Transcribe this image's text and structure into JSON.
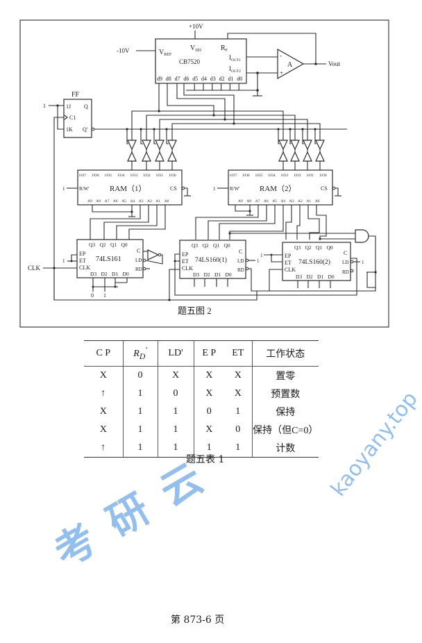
{
  "figure": {
    "caption": "题五图 2",
    "dac": {
      "name": "CB7520",
      "vref": "V",
      "vref_sub": "REF",
      "vdd": "V",
      "vdd_sub": "DD",
      "rf": "R",
      "rf_sub": "F",
      "iout1": "I",
      "iout1_sub": "OUT1",
      "iout2": "I",
      "iout2_sub": "OUT2",
      "pins": [
        "d9",
        "d8",
        "d7",
        "d6",
        "d5",
        "d4",
        "d3",
        "d2",
        "d1",
        "d0"
      ],
      "supply_pos": "+10V",
      "supply_neg": "-10V"
    },
    "opamp": {
      "label": "A",
      "minus": "-",
      "plus": "+",
      "output": "Vout"
    },
    "ff": {
      "title": "FF",
      "j": "1J",
      "c": "C1",
      "k": "1K",
      "q": "Q",
      "qn": "Q'",
      "j_input": "1"
    },
    "ram1": {
      "title": "RAM（1）",
      "rw": "R/W'",
      "cs": "CS",
      "rw_input": "1",
      "io": [
        "I/O7",
        "I/O6",
        "I/O5",
        "I/O4",
        "I/O3",
        "I/O2",
        "I/O1",
        "I/O0"
      ],
      "addr": [
        "A9",
        "A8",
        "A7",
        "A6",
        "A5",
        "A4",
        "A3",
        "A2",
        "A1",
        "A0"
      ]
    },
    "ram2": {
      "title": "RAM（2）",
      "rw": "R/W'",
      "cs": "CS",
      "rw_input": "1",
      "io": [
        "I/O7",
        "I/O6",
        "I/O5",
        "I/O4",
        "I/O3",
        "I/O2",
        "I/O1",
        "I/O0"
      ],
      "addr": [
        "A9",
        "A8",
        "A7",
        "A6",
        "A5",
        "A4",
        "A3",
        "A2",
        "A1",
        "A0"
      ]
    },
    "c161": {
      "title": "74LS161",
      "ep": "EP",
      "et": "ET",
      "clk": "CLK",
      "c": "C",
      "ld": "LD",
      "rd": "RD",
      "q": [
        "Q3",
        "Q2",
        "Q1",
        "Q0"
      ],
      "d": [
        "D3",
        "D2",
        "D1",
        "D0"
      ],
      "d_vals": [
        "0",
        "1"
      ],
      "et_input": "1"
    },
    "c160a": {
      "title": "74LS160(1)",
      "ep": "EP",
      "et": "ET",
      "clk": "CLK",
      "c": "C",
      "ld": "LD",
      "rd": "RD",
      "q": [
        "Q3",
        "Q2",
        "Q1",
        "Q0"
      ],
      "d": [
        "D3",
        "D2",
        "D1",
        "D0"
      ],
      "ld_input": "1"
    },
    "c160b": {
      "title": "74LS160(2)",
      "ep": "EP",
      "et": "ET",
      "clk": "CLK",
      "c": "C",
      "ld": "LD",
      "rd": "RD",
      "q": [
        "Q3",
        "Q2",
        "Q1",
        "Q0"
      ],
      "d": [
        "D3",
        "D2",
        "D1",
        "D0"
      ],
      "ld_input": "1",
      "ep_input": "1"
    },
    "clk_label": "CLK"
  },
  "table": {
    "caption": "题五表 1",
    "headers": [
      "C P",
      "R",
      "LD'",
      "E P",
      "ET",
      "工作状态"
    ],
    "rd_sub": "D",
    "rd_prime": "'",
    "rows": [
      [
        "X",
        "0",
        "X",
        "X",
        "X",
        "置零"
      ],
      [
        "↑",
        "1",
        "0",
        "X",
        "X",
        "预置数"
      ],
      [
        "X",
        "1",
        "1",
        "0",
        "1",
        "保持"
      ],
      [
        "X",
        "1",
        "1",
        "X",
        "0",
        "保持（但C=0）"
      ],
      [
        "↑",
        "1",
        "1",
        "1",
        "1",
        "计数"
      ]
    ]
  },
  "footer": {
    "page": "第 873-6 页"
  },
  "watermark": {
    "text": "kaoyany.top",
    "chars": "考研云",
    "color": "#3d8be0"
  }
}
